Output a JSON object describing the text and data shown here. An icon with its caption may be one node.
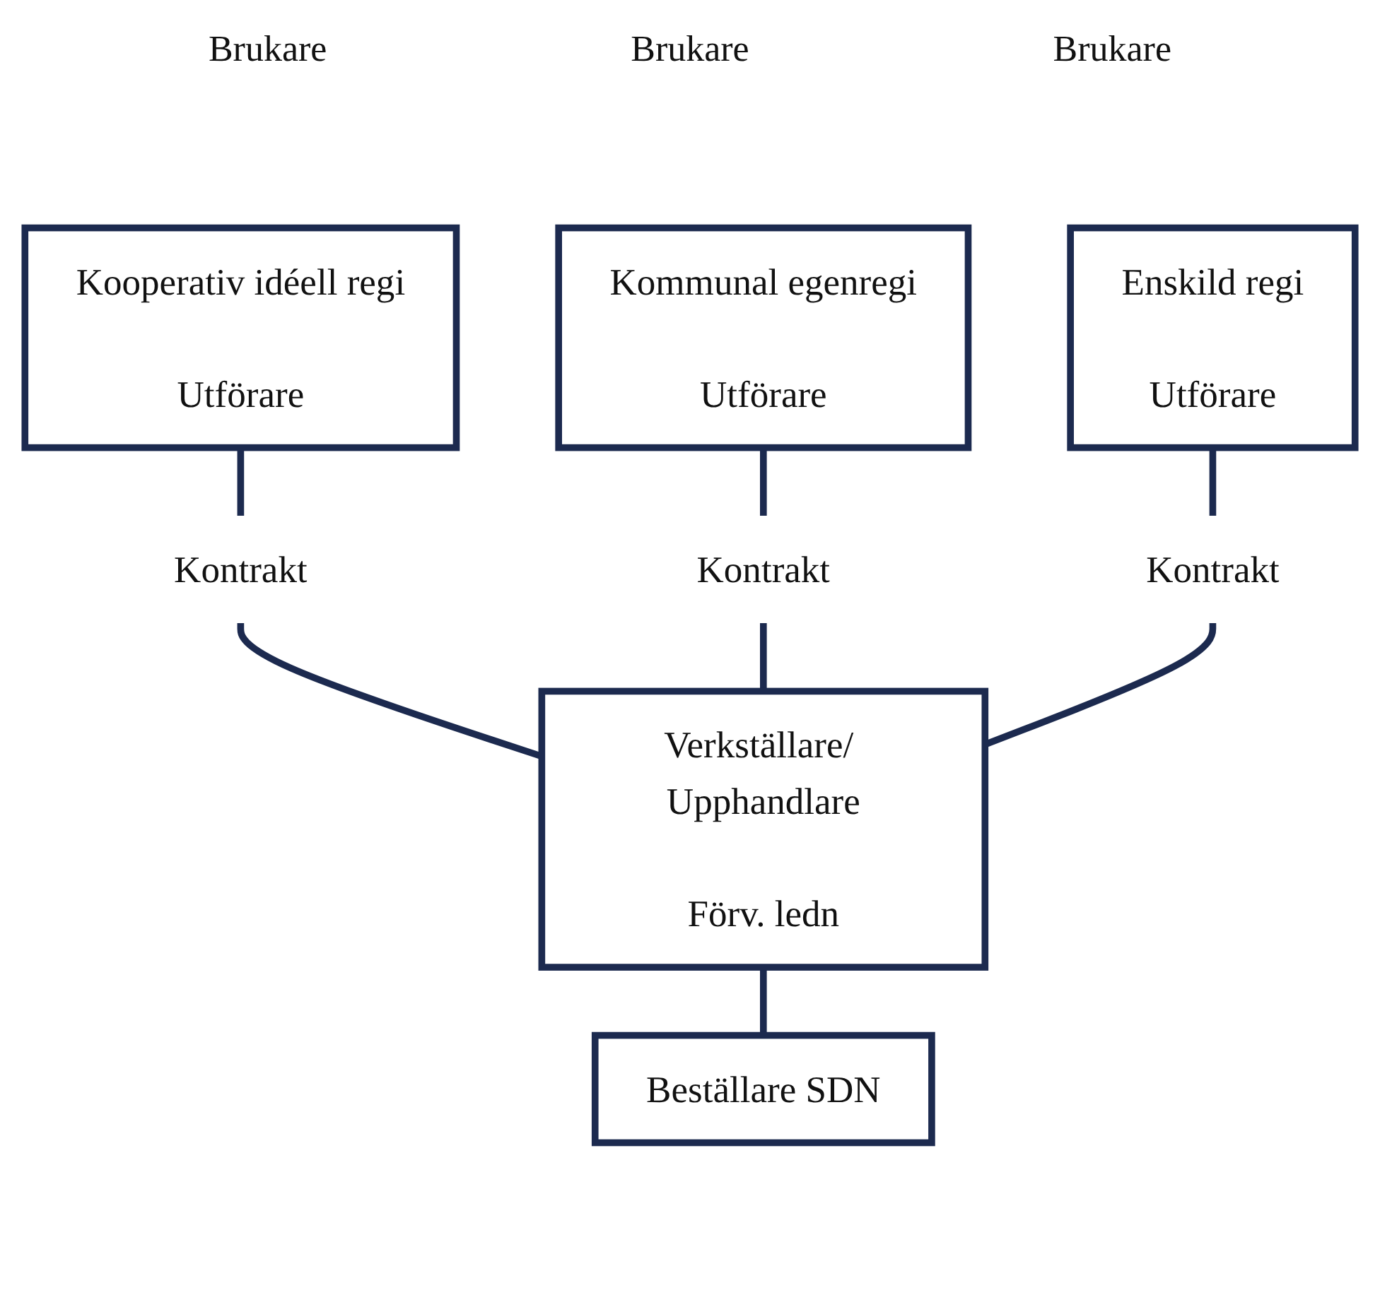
{
  "diagram": {
    "nodes": [
      {
        "text": [
          "Kooperativ idéell regi",
          "Utförare"
        ]
      },
      {
        "text": [
          "Kommunal egenregi",
          "Utförare"
        ]
      },
      {
        "text": [
          "Enskild regi",
          "Utförare"
        ]
      },
      {
        "text": [
          "Kontrakt"
        ]
      },
      {
        "text": [
          "Kontrakt"
        ]
      },
      {
        "text": [
          "Kontrakt"
        ]
      },
      {
        "text": [
          "Verkställare/ Upphandlare",
          "Förv. ledn"
        ]
      },
      {
        "text": [
          "Beställare SDN"
        ]
      }
    ],
    "edges": [
      {
        "from": 0,
        "to": 3,
        "arrow": "none"
      },
      {
        "from": 1,
        "to": 4,
        "arrow": "none"
      },
      {
        "from": 2,
        "to": 5,
        "arrow": "none"
      },
      {
        "from": 3,
        "to": 6,
        "arrow": "none"
      },
      {
        "from": 4,
        "to": 6,
        "arrow": "none"
      },
      {
        "from": 5,
        "to": 6,
        "arrow": "none"
      },
      {
        "from": 6,
        "to": 7,
        "arrow": "none"
      }
    ],
    "labels": [
      "Brukare",
      "Brukare",
      "Brukare"
    ]
  }
}
